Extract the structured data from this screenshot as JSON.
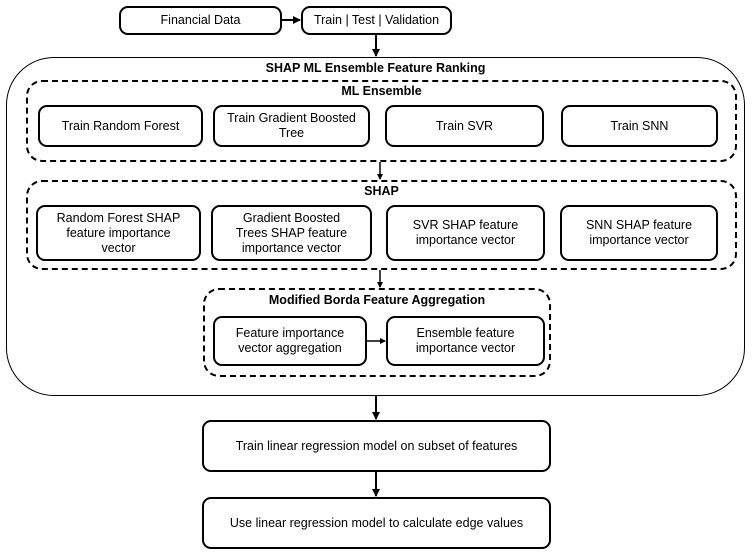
{
  "diagram": {
    "financial_data": "Financial Data",
    "split": "Train | Test | Validation",
    "ensemble_block": {
      "title": "SHAP ML Ensemble Feature Ranking",
      "ml_ensemble": {
        "title": "ML Ensemble",
        "nodes": [
          "Train Random Forest",
          "Train Gradient Boosted\nTree",
          "Train SVR",
          "Train SNN"
        ]
      },
      "shap": {
        "title": "SHAP",
        "nodes": [
          "Random Forest SHAP\nfeature importance\nvector",
          "Gradient Boosted\nTrees SHAP feature\nimportance vector",
          "SVR SHAP feature\nimportance vector",
          "SNN SHAP feature\nimportance vector"
        ]
      },
      "borda": {
        "title": "Modified Borda Feature Aggregation",
        "nodes": [
          "Feature importance\nvector aggregation",
          "Ensemble feature\nimportance vector"
        ]
      }
    },
    "train_linear": "Train linear regression model on subset of features",
    "use_linear": "Use linear regression model to calculate edge values"
  }
}
